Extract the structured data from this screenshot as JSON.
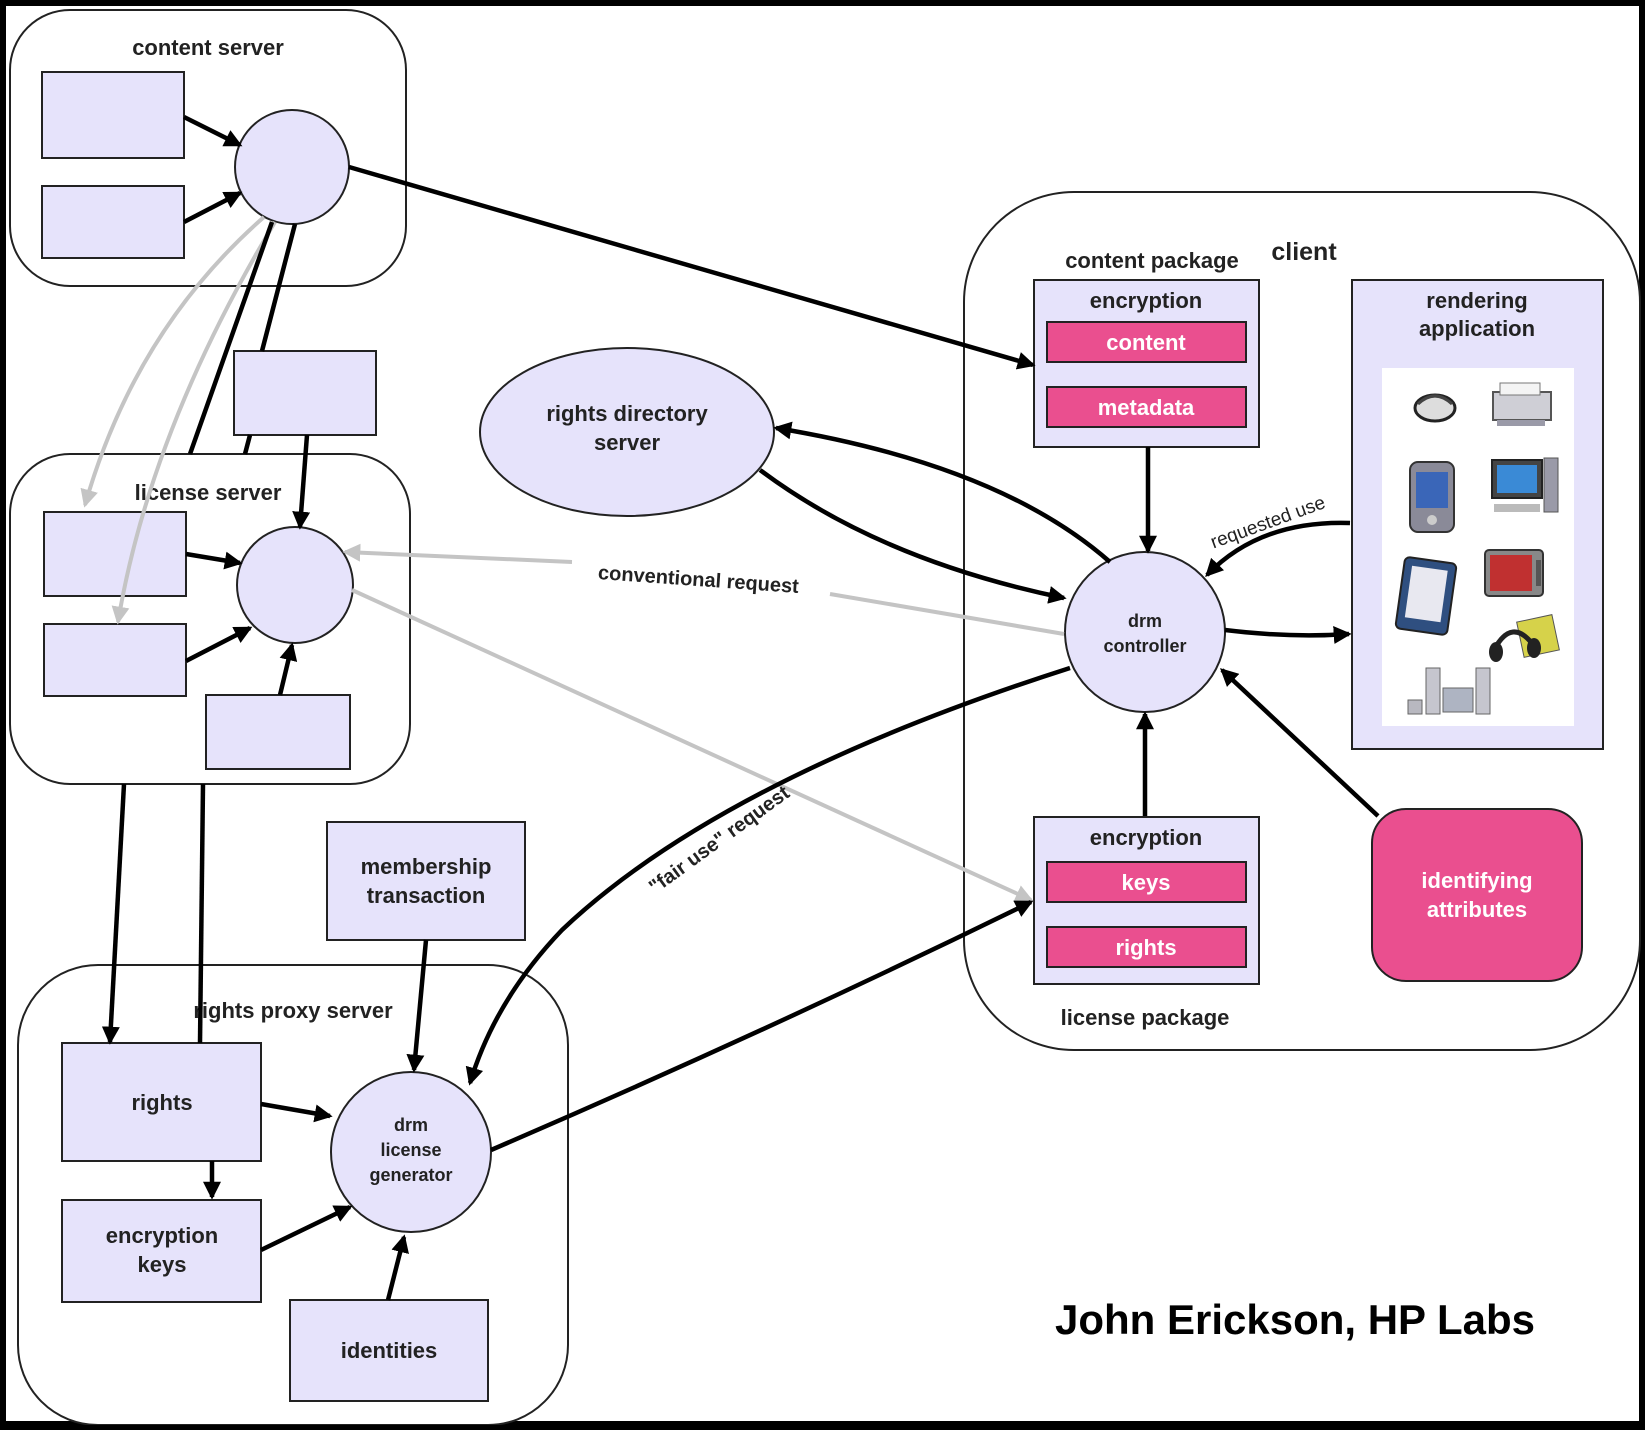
{
  "content_server": {
    "label": "content server"
  },
  "license_server": {
    "label": "license server"
  },
  "rights_proxy_server": {
    "label": "rights proxy server",
    "rights": "rights",
    "encryption_keys": [
      "encryption",
      "keys"
    ],
    "identities": "identities",
    "generator": [
      "drm",
      "license",
      "generator"
    ]
  },
  "membership_transaction": [
    "membership",
    "transaction"
  ],
  "rights_directory_server": [
    "rights directory",
    "server"
  ],
  "client": {
    "label": "client",
    "content_package": {
      "label": "content package",
      "header": "encryption",
      "items": [
        "content",
        "metadata"
      ]
    },
    "license_package": {
      "label": "license package",
      "header": "encryption",
      "items": [
        "keys",
        "rights"
      ]
    },
    "drm_controller": [
      "drm",
      "controller"
    ],
    "rendering_application": {
      "label": [
        "rendering",
        "application"
      ],
      "devices": [
        "headset-icon",
        "printer-icon",
        "pda-icon",
        "desktop-computer-icon",
        "tablet-icon",
        "television-icon",
        "headphones-icon",
        "stereo-system-icon"
      ]
    },
    "identifying_attributes": [
      "identifying",
      "attributes"
    ]
  },
  "flow_labels": {
    "conventional_request": "conventional  request",
    "fair_use_request": "\"fair use\" request",
    "requested_use": "requested use"
  },
  "credit": "John Erickson, HP Labs",
  "colors": {
    "background": "#000000",
    "region_fill": "#ffffff",
    "box_fill": "#e6e3fb",
    "package_item_fill": "#ea4f8f",
    "secondary_arrow": "#c4c4c4"
  }
}
